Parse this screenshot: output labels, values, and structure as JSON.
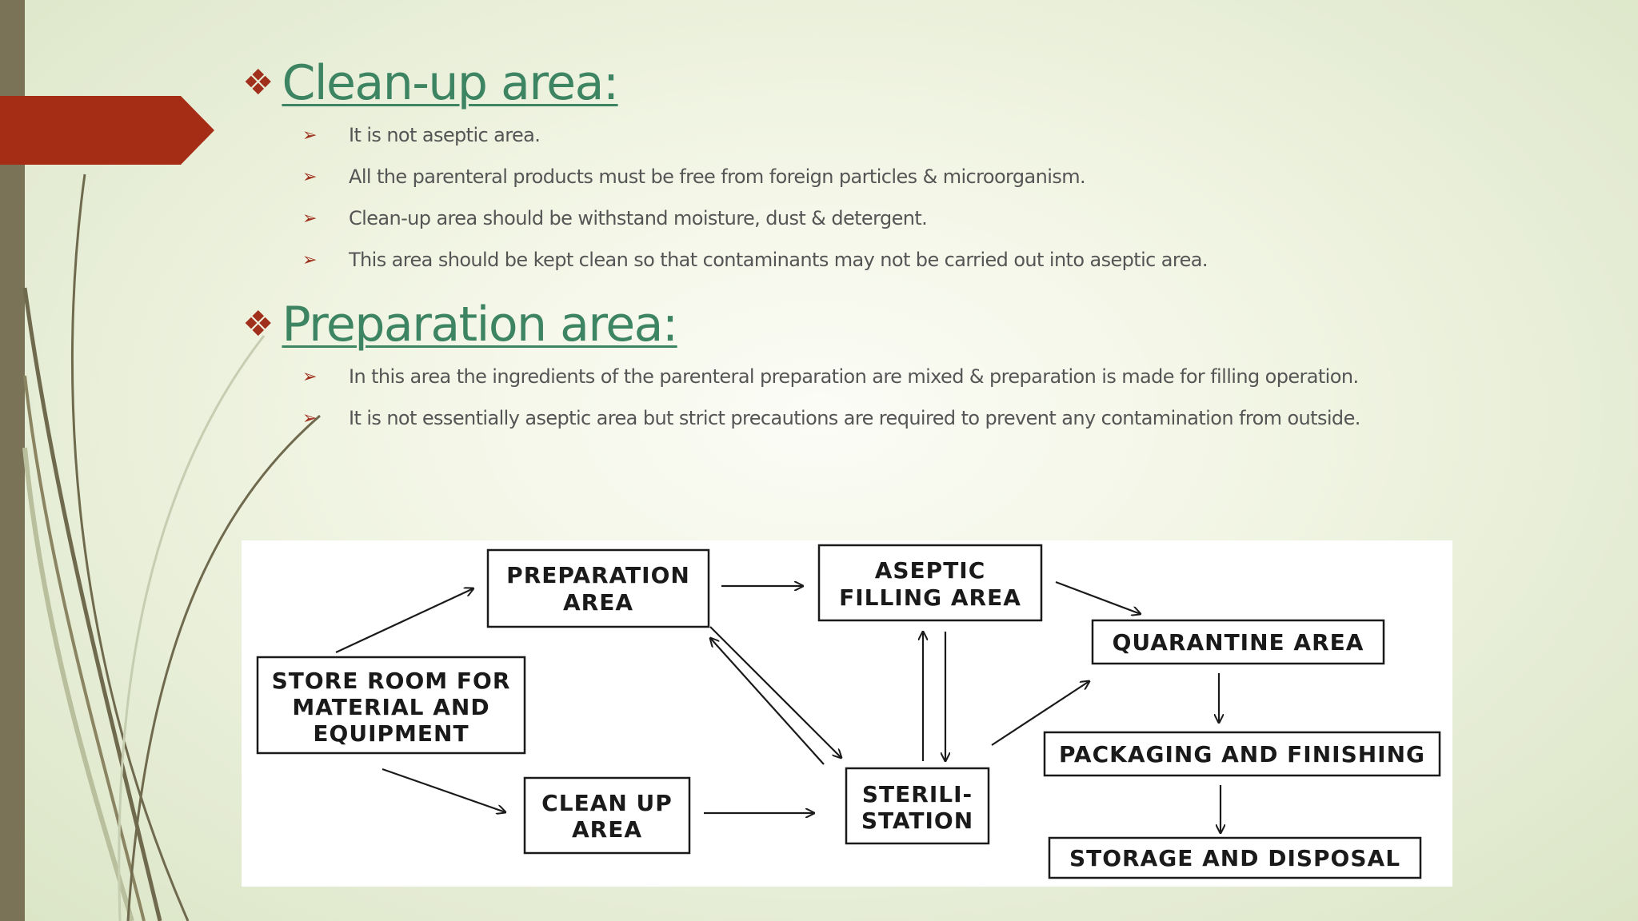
{
  "sections": [
    {
      "title": "Clean-up area:",
      "items": [
        "It is not aseptic area.",
        "All the parenteral products must be free from foreign particles & microorganism.",
        "Clean-up area should be withstand  moisture, dust & detergent.",
        "This area should be kept clean so that contaminants may not be carried out into aseptic area."
      ]
    },
    {
      "title": "Preparation area:",
      "items": [
        "In this area the ingredients of the parenteral preparation are mixed & preparation is made for filling operation.",
        "It is not essentially aseptic area but strict precautions are required to prevent any contamination from outside."
      ]
    }
  ],
  "bullet_glyph": "❖",
  "item_arrow_glyph": "➢",
  "diagram": {
    "store_room": [
      "STORE ROOM FOR",
      "MATERIAL AND",
      "EQUIPMENT"
    ],
    "preparation": [
      "PREPARATION",
      "AREA"
    ],
    "clean_up": [
      "CLEAN UP",
      "AREA"
    ],
    "aseptic": [
      "ASEPTIC",
      "FILLING AREA"
    ],
    "sterilisation": [
      "STERILI-",
      "STATION"
    ],
    "quarantine": [
      "QUARANTINE  AREA"
    ],
    "packaging": [
      "PACKAGING  AND FINISHING"
    ],
    "storage": [
      "STORAGE  AND  DISPOSAL"
    ]
  },
  "colors": {
    "heading": "#3d8463",
    "accent": "#a0301c",
    "sidebar": "#7a7358"
  }
}
